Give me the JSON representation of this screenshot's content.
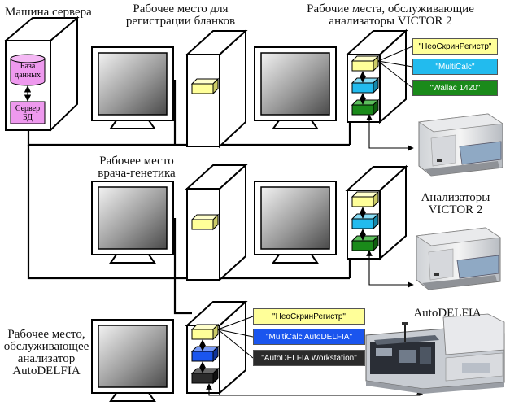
{
  "labels": {
    "server": "Машина сервера",
    "reg_line1": "Рабочее место для",
    "reg_line2": "регистрации бланков",
    "victor_ws_line1": "Рабочие места, обслуживающие",
    "victor_ws_line2": "анализаторы VICTOR 2",
    "doctor_line1": "Рабочее место",
    "doctor_line2": "врача-генетика",
    "analyzers_line1": "Анализаторы",
    "analyzers_line2": "VICTOR 2",
    "autodelfia_title": "AutoDELFIA",
    "autodelfia_ws_line1": "Рабочее место,",
    "autodelfia_ws_line2": "обслуживающее",
    "autodelfia_ws_line3": "анализатор",
    "autodelfia_ws_line4": "AutoDELFIA"
  },
  "server": {
    "db_line1": "База",
    "db_line2": "данных",
    "srv_line1": "Сервер",
    "srv_line2": "БД"
  },
  "software_top": [
    {
      "text": "\"НеоСкринРегистр\"",
      "bg": "#ffff99",
      "fg": "#000000"
    },
    {
      "text": "\"MultiCalc\"",
      "bg": "#22bbee",
      "fg": "#ffffff"
    },
    {
      "text": "\"Wallac 1420\"",
      "bg": "#1a8a1a",
      "fg": "#ffffff"
    }
  ],
  "software_bottom": [
    {
      "text": "\"НеоСкринРегистр\"",
      "bg": "#ffff99",
      "fg": "#000000"
    },
    {
      "text": "\"MultiCalc AutoDELFIA\"",
      "bg": "#1a55ee",
      "fg": "#ffffff"
    },
    {
      "text": "\"AutoDELFIA Workstation\"",
      "bg": "#2b2b2b",
      "fg": "#ffffff"
    }
  ],
  "colors": {
    "db_pink": "#ee99ee",
    "module_yellow": "#ffff99",
    "module_cyan": "#22bbee",
    "module_green": "#1a8a1a",
    "module_blue": "#1a55ee",
    "module_black": "#2b2b2b"
  }
}
